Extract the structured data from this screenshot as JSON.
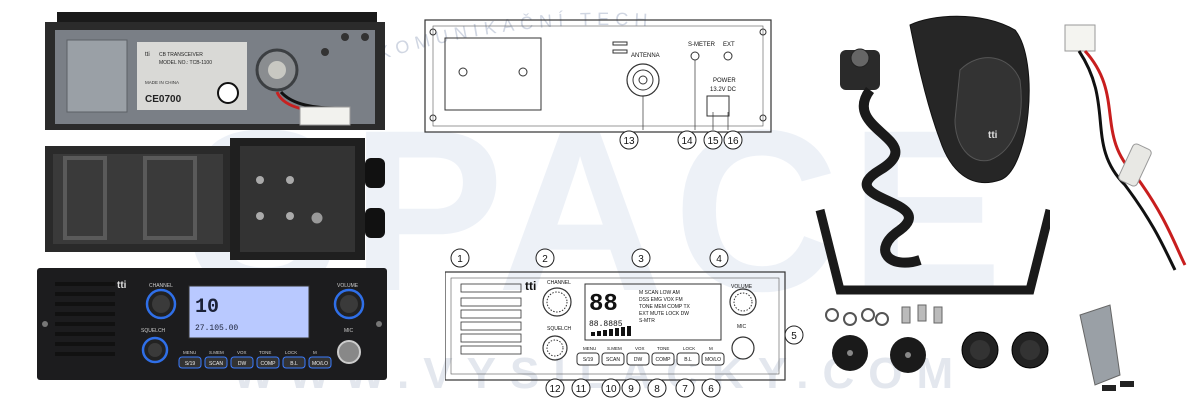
{
  "watermark": {
    "arc_text": "KOMUNIKAČNÍ TECH",
    "big_text": "SPACE",
    "bottom_text": "WWW.VYSILACKY.COM"
  },
  "rear_photo": {
    "sticker_line1": "CB TRANSCEIVER",
    "sticker_line2": "MODEL NO.: TCB-1100",
    "sticker_brand": "tti",
    "sticker_made": "MADE IN CHINA",
    "ce_mark": "CE0700"
  },
  "front_photo": {
    "brand": "tti",
    "channel_label": "CHANNEL",
    "volume_label": "VOLUME",
    "squelch_label": "SQUELCH",
    "mic_label": "MIC",
    "display_digits": "10",
    "display_freq": "27.105.00",
    "keys_top": [
      "MENU",
      "S.MEM",
      "VOX",
      "TONE",
      "LOCK",
      "M"
    ],
    "keys": [
      "S/19",
      "SCAN",
      "DW",
      "COMP",
      "B.L",
      "MO/LO"
    ]
  },
  "rear_diagram": {
    "antenna_label": "ANTENNA",
    "smeter_label": "S-METER",
    "ext_label": "EXT",
    "power_label": "POWER",
    "power_spec": "13.2V DC",
    "callouts": [
      "13",
      "14",
      "15",
      "16"
    ]
  },
  "front_diagram": {
    "brand": "tti",
    "channel_label": "CHANNEL",
    "volume_label": "VOLUME",
    "squelch_label": "SQUELCH",
    "mic_label": "MIC",
    "lcd_digits": "88",
    "lcd_freq": "88.8885",
    "lcd_row1": "M SCAN LOW AM",
    "lcd_row2": "DSS EMG VOX FM",
    "lcd_row3": "TONE MEM COMP TX",
    "lcd_row4": "EXT MUTE LOCK DW",
    "lcd_row5": "S-MTR",
    "keys_top": [
      "MENU",
      "S.MEM",
      "VOX",
      "TONE",
      "LOCK",
      "M"
    ],
    "keys": [
      "S/19",
      "SCAN",
      "DW",
      "COMP",
      "B.L",
      "MO/LO"
    ],
    "callouts_top": [
      "1",
      "2",
      "3",
      "4"
    ],
    "callout_side": "5",
    "callouts_bottom": [
      "12",
      "11",
      "10",
      "9",
      "8",
      "7",
      "6"
    ]
  },
  "microphone": {
    "brand": "tti"
  }
}
